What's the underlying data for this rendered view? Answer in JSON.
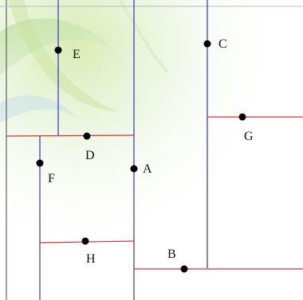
{
  "diagram": {
    "point_labels": {
      "A": "A",
      "B": "B",
      "C": "C",
      "D": "D",
      "E": "E",
      "F": "F",
      "G": "G",
      "H": "H"
    },
    "colors": {
      "vertical_lines": "#3333cc",
      "horizontal_lines": "#e03030",
      "points": "#000000",
      "frame": "#333333",
      "background_swirl": "#b7d98a"
    }
  }
}
